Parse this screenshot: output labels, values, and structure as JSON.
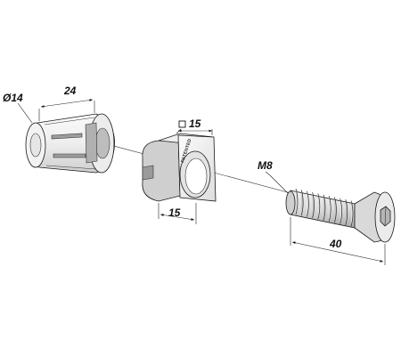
{
  "diagram": {
    "dimensions": {
      "sleeve_diameter": "Ø14",
      "sleeve_length": "24",
      "block_square": "15",
      "block_width": "15",
      "screw_thread": "M8",
      "screw_length": "40"
    },
    "block_stamp": "PATENTED",
    "colors": {
      "ink": "#1a1a1a",
      "part_fill": "#f4f4f4",
      "shade_light": "#d6d6d6",
      "shade_dark": "#a8a8a8"
    }
  }
}
